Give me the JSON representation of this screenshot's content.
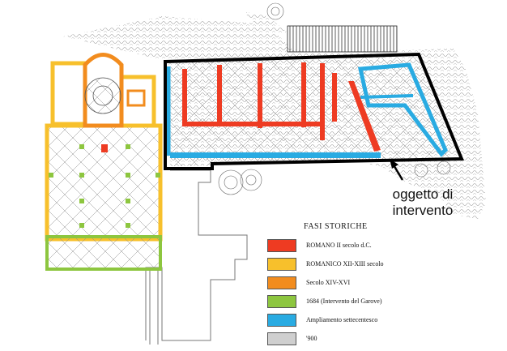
{
  "annotation": {
    "line1": "oggetto di",
    "line2": "intervento"
  },
  "legend": {
    "title": "FASI STORICHE",
    "items": [
      {
        "label": "ROMANO  II secolo d.C.",
        "color": "#ee3b22"
      },
      {
        "label": "ROMANICO  XII-XIII secolo",
        "color": "#f7c02c"
      },
      {
        "label": "Secolo XIV-XVI",
        "color": "#f28c1e"
      },
      {
        "label": "1684  (Intervento del Garove)",
        "color": "#8dc63f"
      },
      {
        "label": "Ampliamento settecentesco",
        "color": "#29abe2"
      },
      {
        "label": "'900",
        "color": "#cfcfcf"
      }
    ]
  },
  "colors": {
    "roman": "#ee3b22",
    "romanesque": "#f7c02c",
    "medieval": "#f28c1e",
    "garove": "#8dc63f",
    "eighteenth": "#29abe2",
    "modern": "#cfcfcf",
    "outline": "#000000"
  }
}
